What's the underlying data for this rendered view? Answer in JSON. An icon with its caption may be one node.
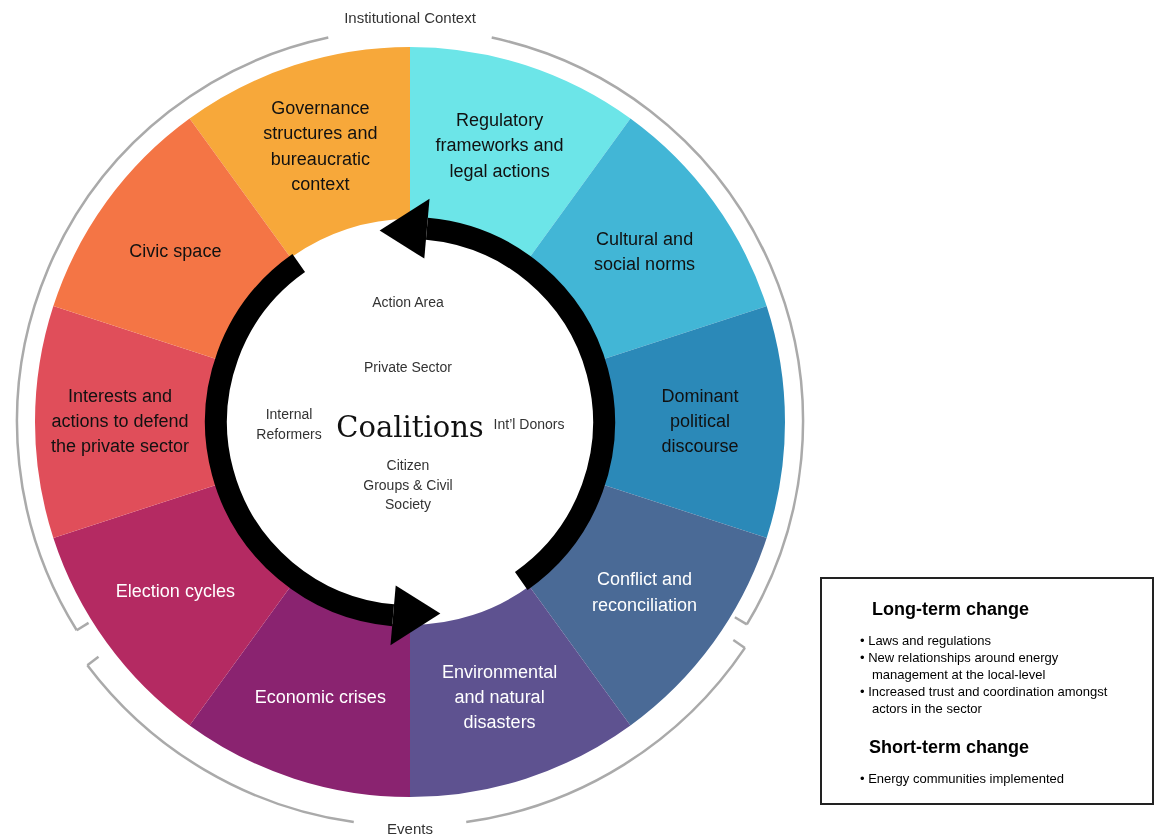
{
  "diagram": {
    "nodes": [
      {
        "text": [
          "Governance structures and bureaucratic context"
        ]
      },
      {
        "text": [
          "Regulatory frameworks and legal actions"
        ]
      },
      {
        "text": [
          "Cultural and social norms"
        ]
      },
      {
        "text": [
          "Dominant political discourse"
        ]
      },
      {
        "text": [
          "Conflict and reconciliation"
        ]
      },
      {
        "text": [
          "Environmental and natural disasters"
        ]
      },
      {
        "text": [
          "Economic crises"
        ]
      },
      {
        "text": [
          "Election cycles"
        ]
      },
      {
        "text": [
          "Interests and actions to defend the private sector"
        ]
      },
      {
        "text": [
          "Civic space"
        ]
      },
      {
        "text": [
          "Action Area",
          "Private Sector",
          "Internal Reformers",
          "Coalitions",
          "Int’l Donors",
          "Citizen Groups & Civil Society"
        ]
      },
      {
        "text": [
          "Long-term change",
          "• Laws and regulations",
          "• New relationships around energy management at the local-level",
          "• Increased trust and coordination amongst actors in the sector",
          "Short-term change",
          "• Energy communities implemented"
        ]
      }
    ],
    "edges": [],
    "labels": [
      "Institutional Context",
      "Events"
    ]
  }
}
